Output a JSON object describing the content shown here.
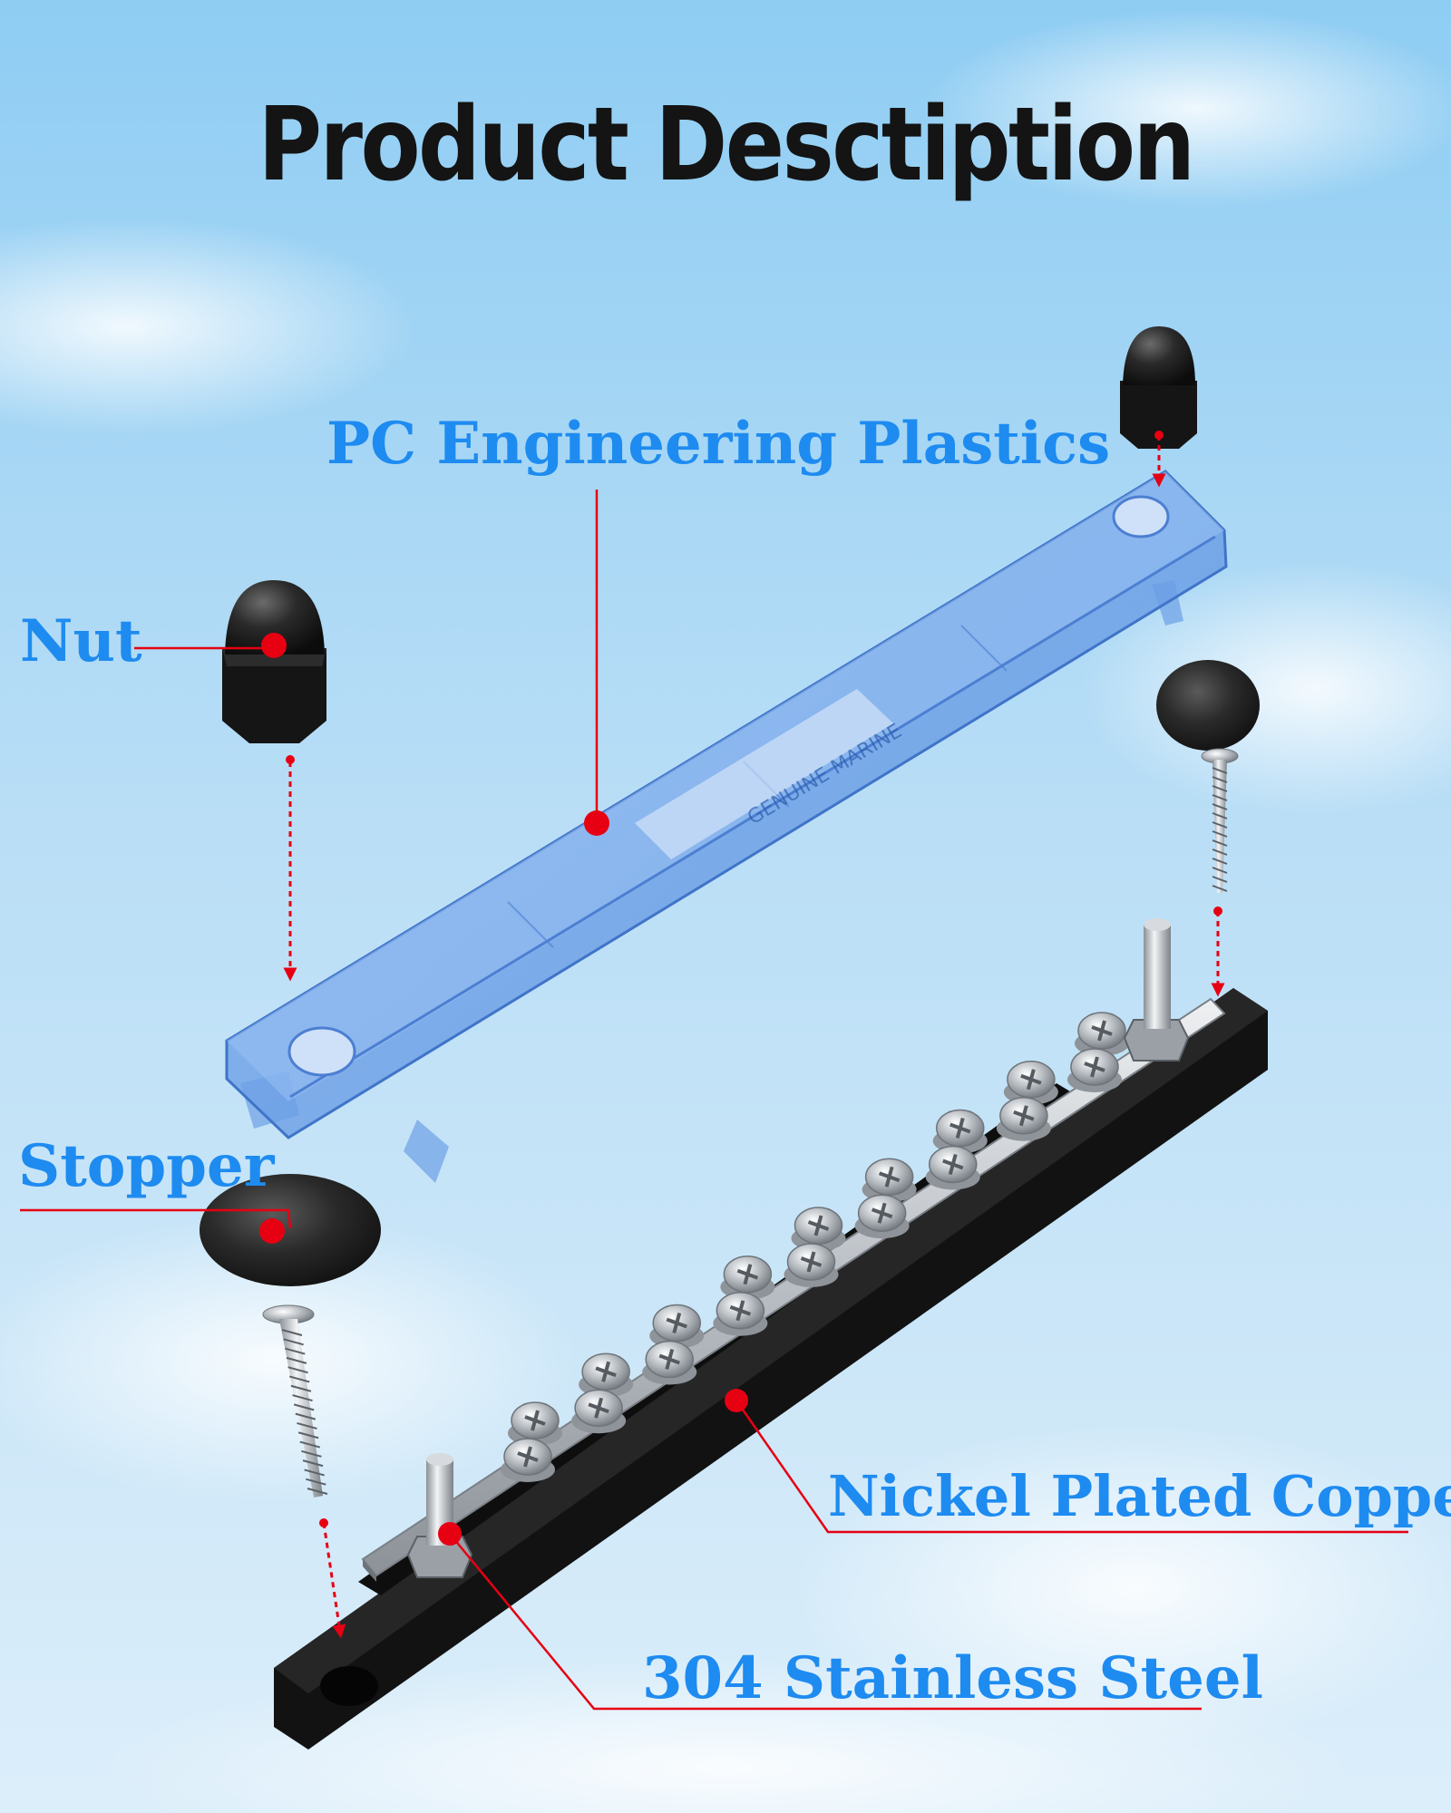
{
  "title": "Product Desctiption",
  "colors": {
    "sky_top": "#8fcdf3",
    "sky_bottom": "#d9ecf8",
    "title": "#141414",
    "label": "#1e8bf0",
    "callout": "#e60012",
    "cover": "#6fa2e8",
    "base": "#1b1b1b",
    "steel": "#c9cdd2"
  },
  "labels": {
    "pc": "PC Engineering Plastics",
    "nut": "Nut",
    "stopper": "Stopper",
    "nickel": "Nickel Plated Copper",
    "steel": "304 Stainless Steel"
  },
  "cover_marking": "GENUINE MARINE"
}
